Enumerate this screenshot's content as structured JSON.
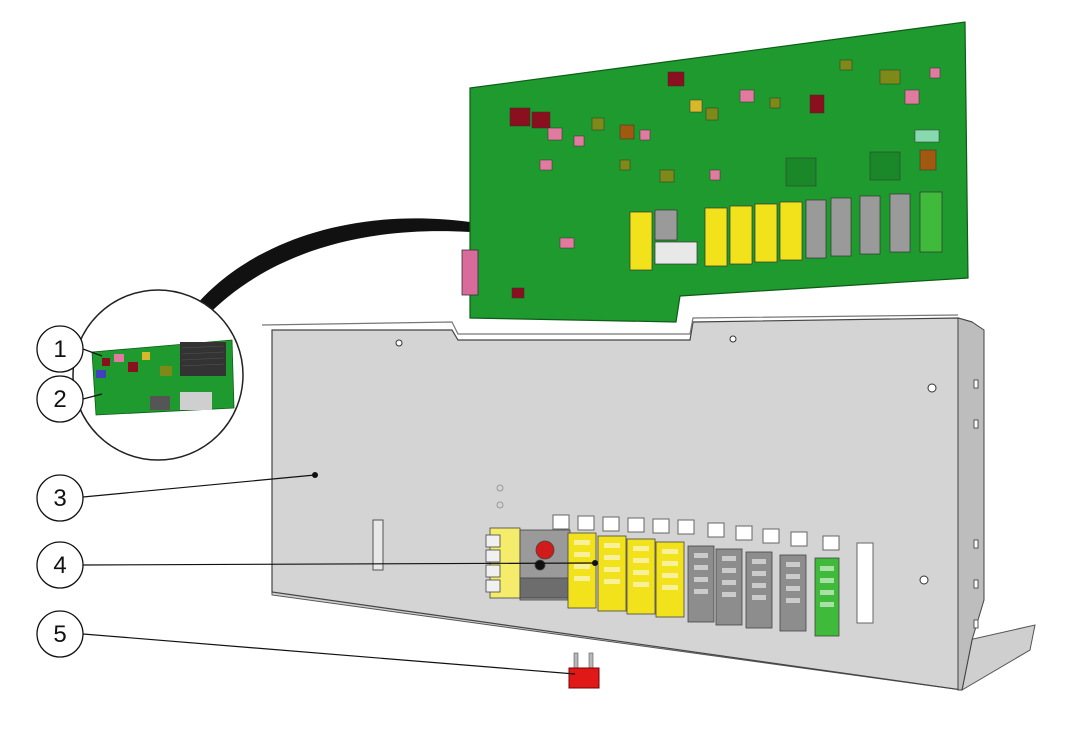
{
  "callouts": [
    {
      "id": "1",
      "label": "1"
    },
    {
      "id": "2",
      "label": "2"
    },
    {
      "id": "3",
      "label": "3"
    },
    {
      "id": "4",
      "label": "4"
    },
    {
      "id": "5",
      "label": "5"
    }
  ],
  "colors": {
    "pcb_green": "#1f9a2e",
    "enclosure_gray": "#d2d2d2",
    "terminal_yellow": "#f2e21c",
    "terminal_gray": "#8d8d8d",
    "terminal_green": "#3fba3a",
    "jumper_red": "#e01818"
  }
}
